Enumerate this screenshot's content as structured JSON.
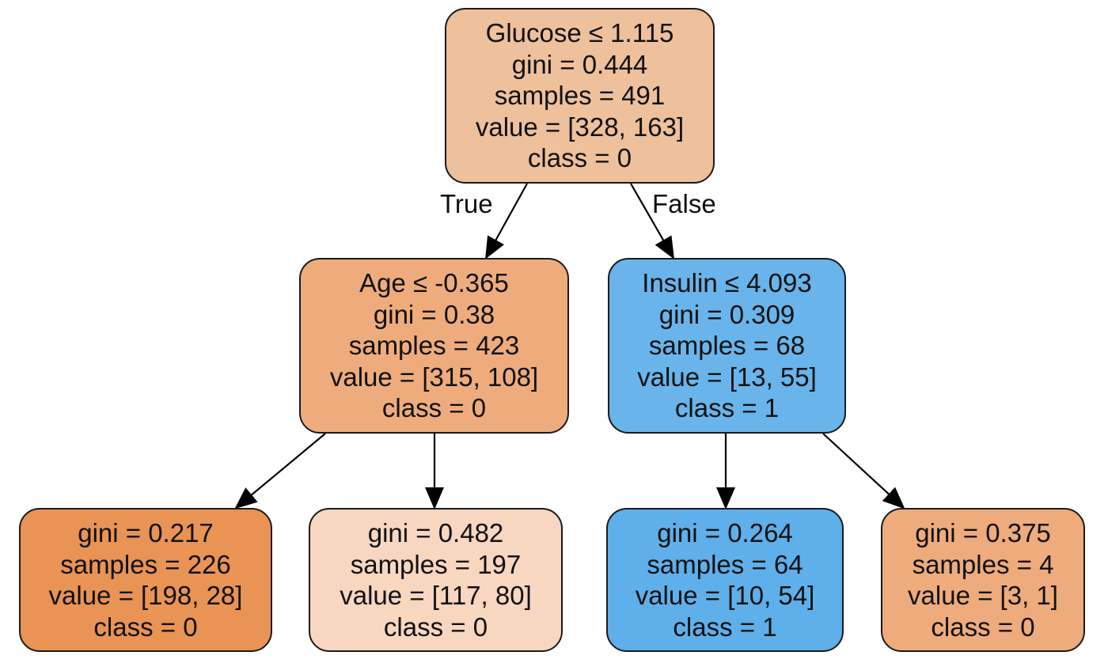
{
  "tree": {
    "nodes": [
      {
        "id": 0,
        "split": "Glucose ≤ 1.115",
        "gini": "gini = 0.444",
        "samples": "samples = 491",
        "value": "value = [328, 163]",
        "class": "class = 0",
        "fill": "#eec09c"
      },
      {
        "id": 1,
        "split": "Age ≤ -0.365",
        "gini": "gini = 0.38",
        "samples": "samples = 423",
        "value": "value = [315, 108]",
        "class": "class = 0",
        "fill": "#eeac7d"
      },
      {
        "id": 2,
        "split": "Insulin ≤ 4.093",
        "gini": "gini = 0.309",
        "samples": "samples = 68",
        "value": "value = [13, 55]",
        "class": "class = 1",
        "fill": "#68b4eb"
      },
      {
        "id": 3,
        "gini": "gini = 0.217",
        "samples": "samples = 226",
        "value": "value = [198, 28]",
        "class": "class = 0",
        "fill": "#e99355"
      },
      {
        "id": 4,
        "gini": "gini = 0.482",
        "samples": "samples = 197",
        "value": "value = [117, 80]",
        "class": "class = 0",
        "fill": "#f7d7c0"
      },
      {
        "id": 5,
        "gini": "gini = 0.264",
        "samples": "samples = 64",
        "value": "value = [10, 54]",
        "class": "class = 1",
        "fill": "#5eafea"
      },
      {
        "id": 6,
        "gini": "gini = 0.375",
        "samples": "samples = 4",
        "value": "value = [3, 1]",
        "class": "class = 0",
        "fill": "#eeab7b"
      }
    ],
    "edges": [
      {
        "from": 0,
        "to": 1,
        "label": "True"
      },
      {
        "from": 0,
        "to": 2,
        "label": "False"
      },
      {
        "from": 1,
        "to": 3
      },
      {
        "from": 1,
        "to": 4
      },
      {
        "from": 2,
        "to": 5
      },
      {
        "from": 2,
        "to": 6
      }
    ]
  }
}
